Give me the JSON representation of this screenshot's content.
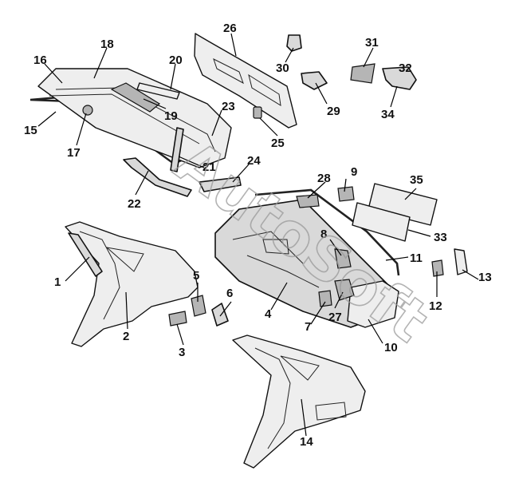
{
  "watermark": "AutoSoft",
  "callouts": [
    {
      "id": "1",
      "label": "1"
    },
    {
      "id": "2",
      "label": "2"
    },
    {
      "id": "3",
      "label": "3"
    },
    {
      "id": "4",
      "label": "4"
    },
    {
      "id": "5",
      "label": "5"
    },
    {
      "id": "6",
      "label": "6"
    },
    {
      "id": "7",
      "label": "7"
    },
    {
      "id": "8",
      "label": "8"
    },
    {
      "id": "9",
      "label": "9"
    },
    {
      "id": "10",
      "label": "10"
    },
    {
      "id": "11",
      "label": "11"
    },
    {
      "id": "12",
      "label": "12"
    },
    {
      "id": "13",
      "label": "13"
    },
    {
      "id": "14",
      "label": "14"
    },
    {
      "id": "15",
      "label": "15"
    },
    {
      "id": "16",
      "label": "16"
    },
    {
      "id": "17",
      "label": "17"
    },
    {
      "id": "18",
      "label": "18"
    },
    {
      "id": "19",
      "label": "19"
    },
    {
      "id": "20",
      "label": "20"
    },
    {
      "id": "21",
      "label": "21"
    },
    {
      "id": "22",
      "label": "22"
    },
    {
      "id": "23",
      "label": "23"
    },
    {
      "id": "24",
      "label": "24"
    },
    {
      "id": "25",
      "label": "25"
    },
    {
      "id": "26",
      "label": "26"
    },
    {
      "id": "27",
      "label": "27"
    },
    {
      "id": "28",
      "label": "28"
    },
    {
      "id": "29",
      "label": "29"
    },
    {
      "id": "30",
      "label": "30"
    },
    {
      "id": "31",
      "label": "31"
    },
    {
      "id": "32",
      "label": "32"
    },
    {
      "id": "33",
      "label": "33"
    },
    {
      "id": "34",
      "label": "34"
    },
    {
      "id": "35",
      "label": "35"
    }
  ]
}
